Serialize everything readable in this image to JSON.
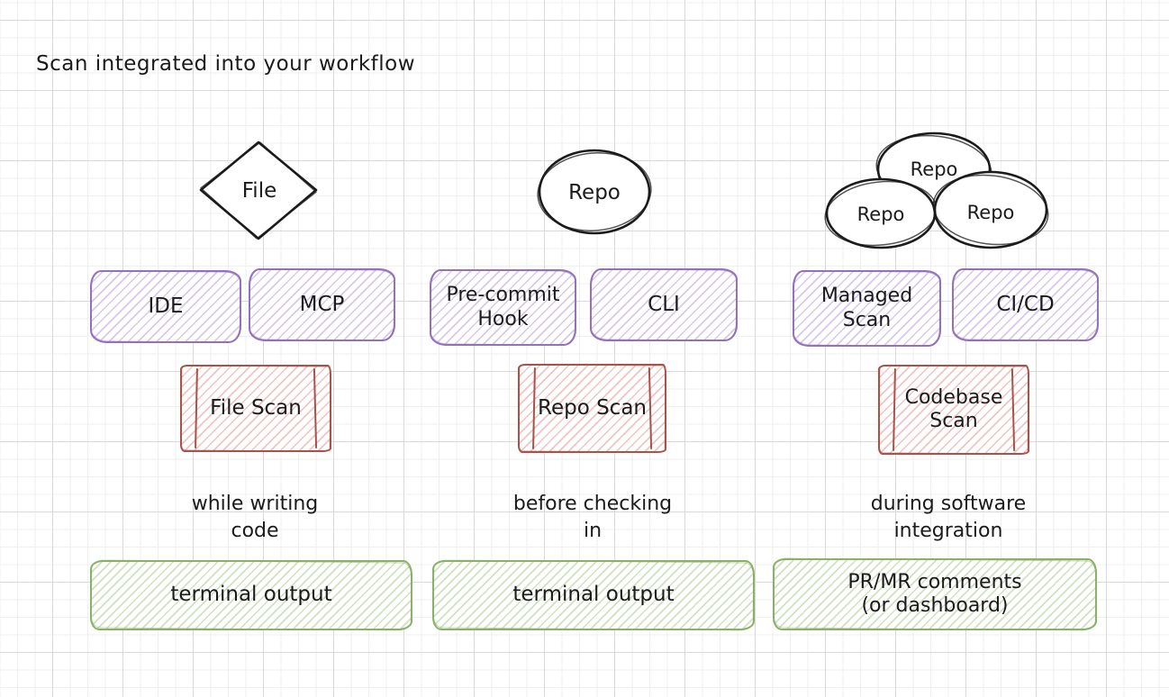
{
  "title": "Scan integrated into your workflow",
  "colors": {
    "ink": "#1b1b1b",
    "purple_stroke": "#9471ba",
    "purple_hatch": "#d8c9ea",
    "red_stroke": "#a8524a",
    "red_hatch": "#eec5c0",
    "green_stroke": "#8ab168",
    "green_hatch": "#cfe2c0",
    "grid_minor": "#efefef",
    "grid_major": "#d9d9d9"
  },
  "columns": [
    {
      "source": {
        "shape": "diamond",
        "label": "File"
      },
      "integrations": [
        {
          "label": "IDE"
        },
        {
          "label": "MCP"
        }
      ],
      "scan": {
        "label": "File Scan"
      },
      "caption": "while writing\ncode",
      "output": {
        "label": "terminal output"
      }
    },
    {
      "source": {
        "shape": "ellipse",
        "label": "Repo"
      },
      "integrations": [
        {
          "label": "Pre-commit\nHook"
        },
        {
          "label": "CLI"
        }
      ],
      "scan": {
        "label": "Repo Scan"
      },
      "caption": "before checking\nin",
      "output": {
        "label": "terminal output"
      }
    },
    {
      "source": {
        "shape": "ellipse-cluster",
        "labels": [
          "Repo",
          "Repo",
          "Repo"
        ]
      },
      "integrations": [
        {
          "label": "Managed\nScan"
        },
        {
          "label": "CI/CD"
        }
      ],
      "scan": {
        "label": "Codebase\nScan"
      },
      "caption": "during software\nintegration",
      "output": {
        "label": "PR/MR comments\n(or dashboard)"
      }
    }
  ]
}
